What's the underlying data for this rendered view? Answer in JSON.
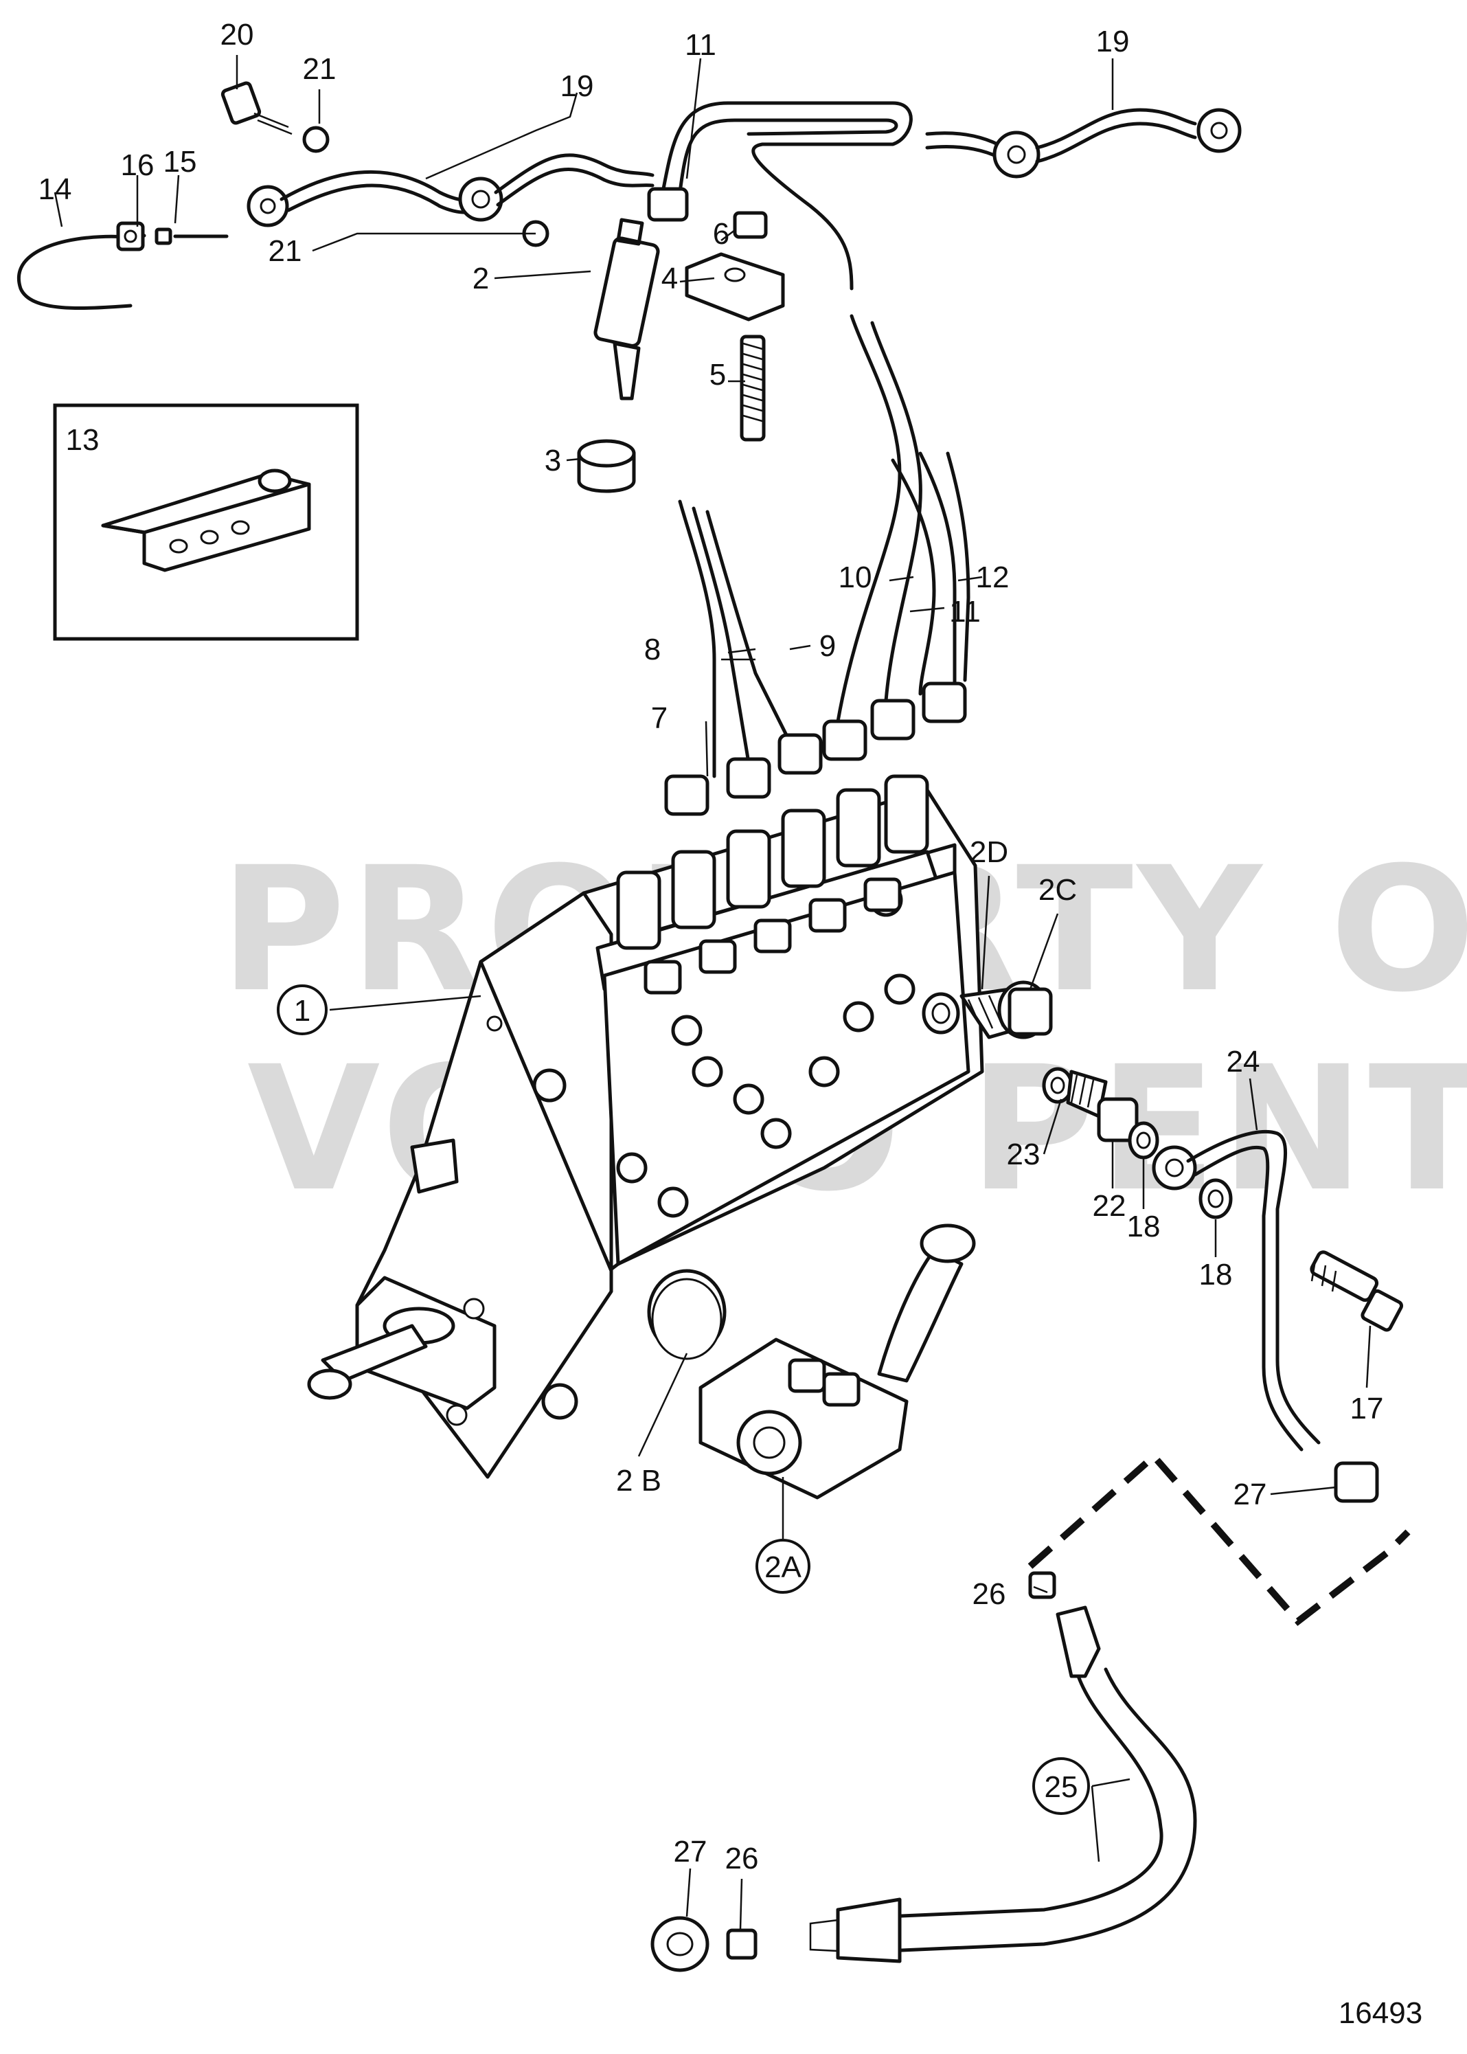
{
  "watermark": {
    "line1": "PROPERTY OF",
    "line2": "VOLVO PENTA"
  },
  "drawing_number": "16493",
  "inset_label": "13",
  "labels": {
    "l1": "1",
    "l2": "2",
    "l2a": "2A",
    "l2b": "2 B",
    "l2c": "2C",
    "l2d": "2D",
    "l3": "3",
    "l4": "4",
    "l5": "5",
    "l6": "6",
    "l7": "7",
    "l8": "8",
    "l9": "9",
    "l10": "10",
    "l11a": "11",
    "l11b": "11",
    "l12": "12",
    "l14": "14",
    "l15": "15",
    "l16": "16",
    "l17": "17",
    "l18a": "18",
    "l18b": "18",
    "l19a": "19",
    "l19b": "19",
    "l20": "20",
    "l21a": "21",
    "l21b": "21",
    "l22": "22",
    "l23": "23",
    "l24": "24",
    "l25": "25",
    "l26a": "26",
    "l26b": "26",
    "l27a": "27",
    "l27b": "27"
  }
}
